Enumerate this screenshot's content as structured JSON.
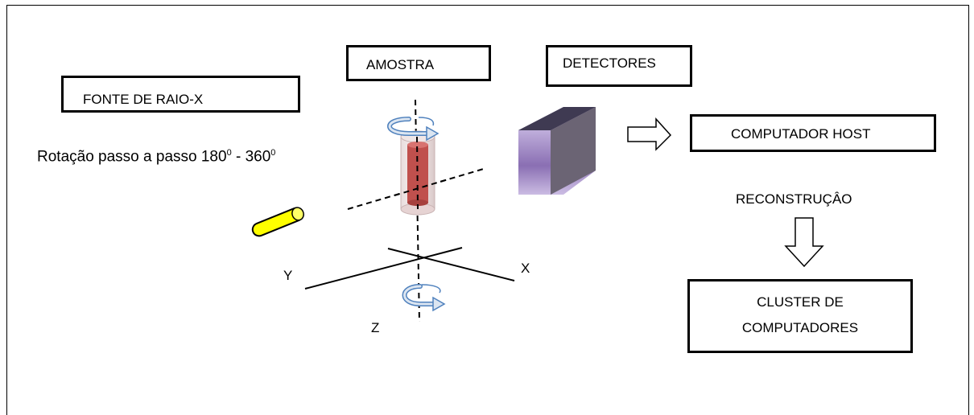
{
  "diagram": {
    "boxes": {
      "fonte": "FONTE DE RAIO-X",
      "amostra": "AMOSTRA",
      "detectores": "DETECTORES",
      "host": "COMPUTADOR HOST",
      "cluster_line1": "CLUSTER DE",
      "cluster_line2": "COMPUTADORES"
    },
    "rotation_text": {
      "prefix": "Rotação passo a passo 180",
      "sup1": "0",
      "mid": " - 360",
      "sup2": "0"
    },
    "reconstruction_label": "RECONSTRUÇÂO",
    "axes": {
      "x": "X",
      "y": "Y",
      "z": "Z"
    },
    "colors": {
      "source_fill": "#ffff00",
      "sample_red": "#c0504d",
      "detector_top": "#3f3a52",
      "detector_right": "#6b6474",
      "rotation_arrow": "#4f81bd"
    }
  }
}
